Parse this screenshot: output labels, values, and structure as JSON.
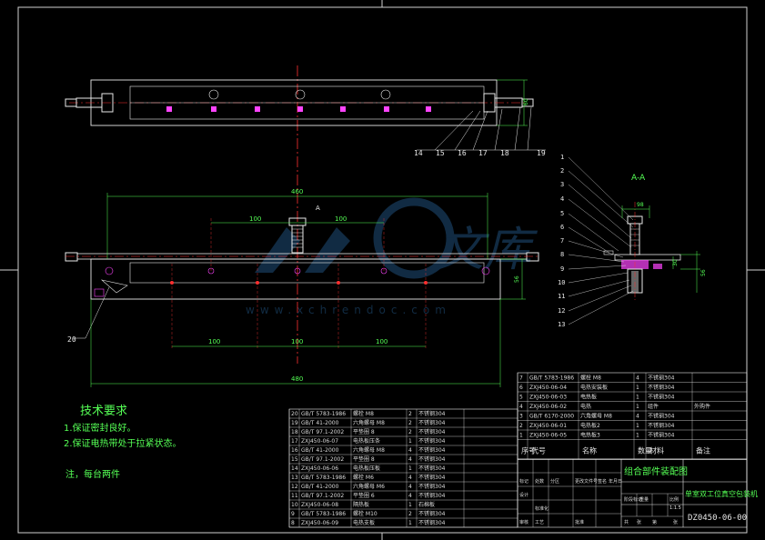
{
  "drawing": {
    "section_label": "A-A",
    "section_marker": "A",
    "watermark": {
      "text": "文库",
      "url": "www.xchrendoc.com"
    },
    "dimensions": {
      "top_right_height": "60",
      "overall_inner": "460",
      "spacing_left": "100",
      "spacing_right": "100",
      "bottom_1": "100",
      "bottom_2": "100",
      "bottom_3": "100",
      "overall_outer": "480",
      "side_height": "56",
      "section_width": "98",
      "section_height_1": "30",
      "section_height_2": "56"
    },
    "balloons_top": [
      "14",
      "15",
      "16",
      "17",
      "18",
      "19"
    ],
    "balloons_section": [
      "1",
      "2",
      "3",
      "4",
      "5",
      "6",
      "7",
      "8",
      "9",
      "10",
      "11",
      "12",
      "13"
    ],
    "balloon_side": "20"
  },
  "notes": {
    "title": "技术要求",
    "items": [
      "1.保证密封良好。",
      "2.保证电热带处于拉紧状态。"
    ],
    "note": "注，每台两件"
  },
  "bom_upper": {
    "rows": [
      [
        "7",
        "GB/T 5783-1986",
        "螺栓 M8",
        "4",
        "不锈钢304",
        ""
      ],
      [
        "6",
        "ZXJ450-06-04",
        "电热安装板",
        "1",
        "不锈钢304",
        ""
      ],
      [
        "5",
        "ZXJ450-06-03",
        "电热板",
        "1",
        "不锈钢304",
        ""
      ],
      [
        "4",
        "ZXJ450-06-02",
        "电热",
        "1",
        "组件",
        "外购件"
      ],
      [
        "3",
        "GB/T 6170-2000",
        "六角螺母 M8",
        "4",
        "不锈钢304",
        ""
      ],
      [
        "2",
        "ZXJ450-06-01",
        "电热板2",
        "1",
        "不锈钢304",
        ""
      ],
      [
        "1",
        "ZXJ450-06-05",
        "电热板3",
        "1",
        "不锈钢304",
        ""
      ]
    ],
    "header": [
      "序号",
      "代号",
      "名称",
      "数量",
      "材料",
      "备注"
    ]
  },
  "bom_lower": {
    "rows": [
      [
        "20",
        "GB/T 5783-1986",
        "螺栓 M8",
        "2",
        "不锈钢304"
      ],
      [
        "19",
        "GB/T 41-2000",
        "六角螺母 M8",
        "2",
        "不锈钢304"
      ],
      [
        "18",
        "GB/T 97.1-2002",
        "平垫圈 8",
        "2",
        "不锈钢304"
      ],
      [
        "17",
        "ZXJ450-06-07",
        "电热板压条",
        "1",
        "不锈钢304"
      ],
      [
        "16",
        "GB/T 41-2000",
        "六角螺母 M8",
        "4",
        "不锈钢304"
      ],
      [
        "15",
        "GB/T 97.1-2002",
        "平垫圈 8",
        "4",
        "不锈钢304"
      ],
      [
        "14",
        "ZXJ450-06-06",
        "电热板压板",
        "1",
        "不锈钢304"
      ],
      [
        "13",
        "GB/T 5783-1986",
        "螺栓 M6",
        "4",
        "不锈钢304"
      ],
      [
        "12",
        "GB/T 41-2000",
        "六角螺母 M6",
        "4",
        "不锈钢304"
      ],
      [
        "11",
        "GB/T 97.1-2002",
        "平垫圈 6",
        "4",
        "不锈钢304"
      ],
      [
        "10",
        "ZXJ450-06-08",
        "隔热板",
        "1",
        "石棉板"
      ],
      [
        "9",
        "GB/T 5783-1986",
        "螺栓 M10",
        "2",
        "不锈钢304"
      ],
      [
        "8",
        "ZXJ450-06-09",
        "电热支板",
        "1",
        "不锈钢304"
      ]
    ]
  },
  "title_block": {
    "drawing_name": "组合部件装配图",
    "machine_name": "单室双工位真空包装机",
    "drawing_no": "DZ0450-06-00",
    "scale": "1:1.5",
    "labels": [
      "标记",
      "处数",
      "分区",
      "更改文件号",
      "签名",
      "年月日",
      "设计",
      "标准化",
      "阶段标记",
      "重量",
      "比例",
      "审核",
      "工艺",
      "批准",
      "共",
      "张",
      "第",
      "张"
    ]
  }
}
